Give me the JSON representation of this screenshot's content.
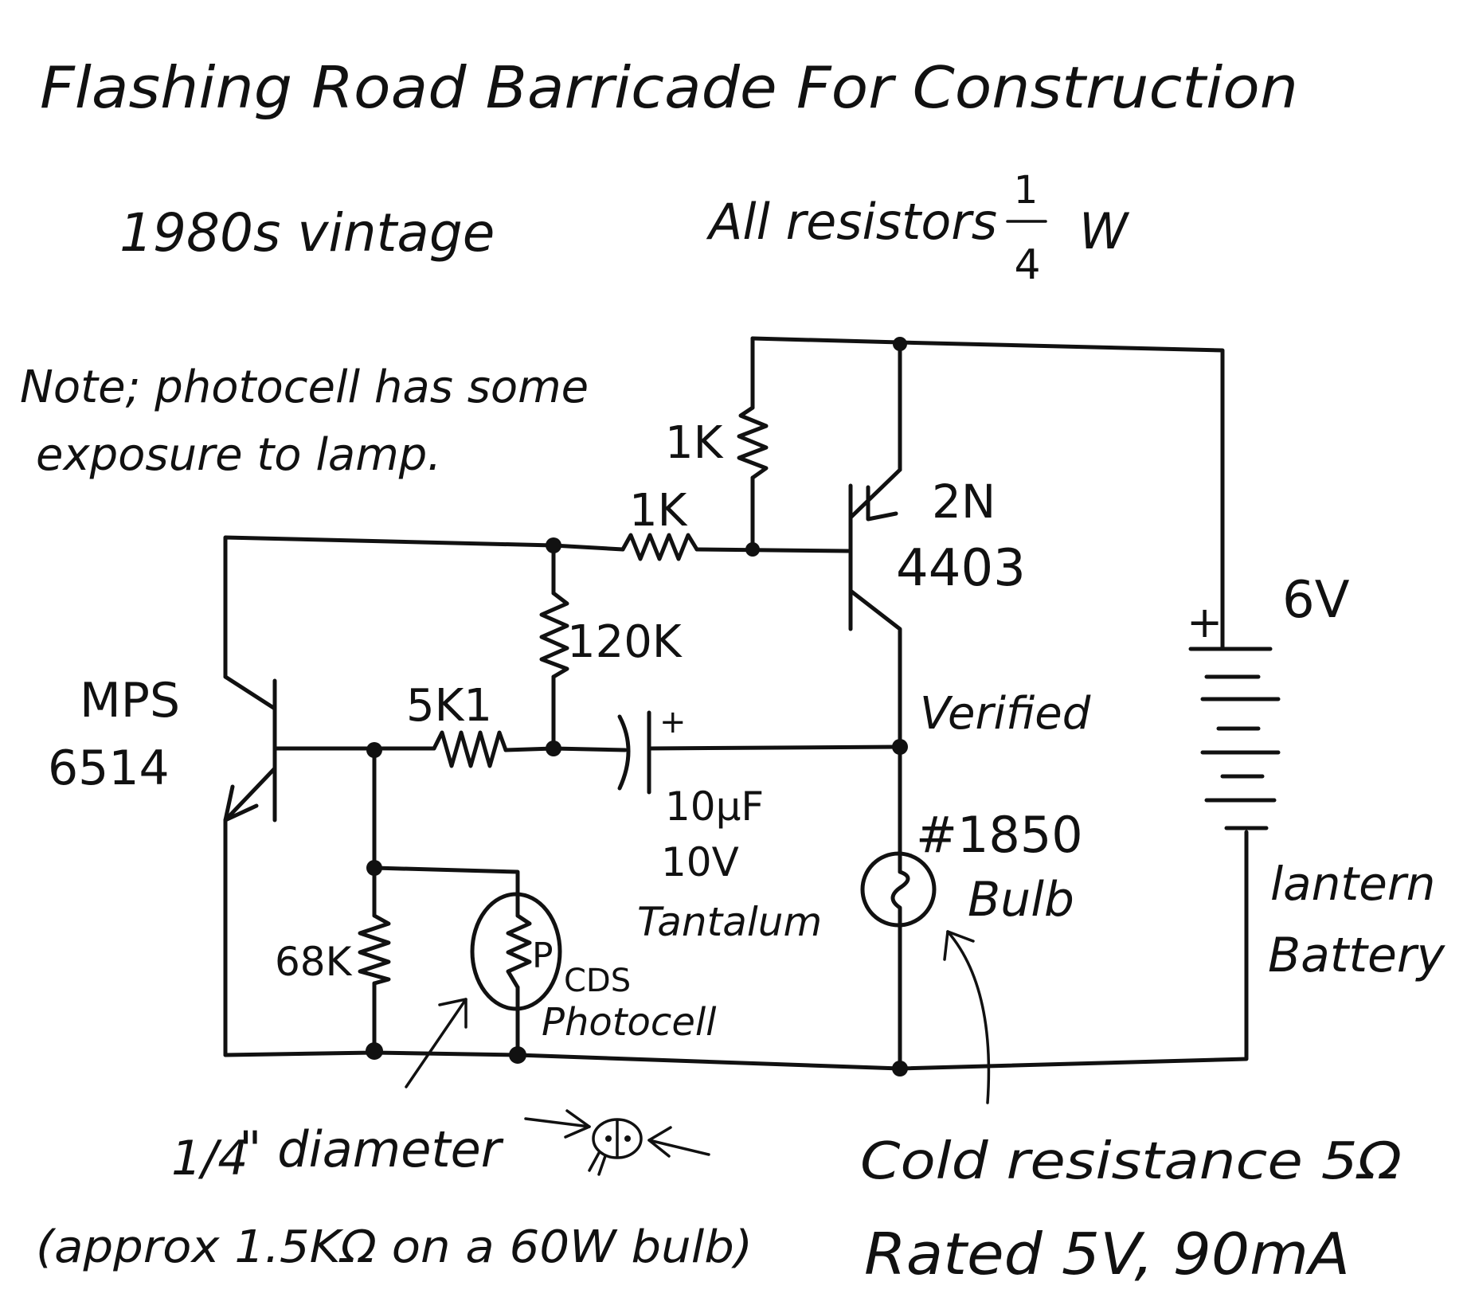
{
  "title": "Flashing Road Barricade For Construction",
  "subtitle_left": "1980s vintage",
  "subtitle_right": "All resistors",
  "power_rating": {
    "numerator": "1",
    "denominator": "4",
    "unit": "W"
  },
  "note": {
    "line1": "Note; photocell has some",
    "line2": "exposure to lamp."
  },
  "components": {
    "r_top": "1K",
    "r_base": "1K",
    "r_mid": "120K",
    "r_series": "5K1",
    "r_bottom": "68K",
    "q1": {
      "line1": "MPS",
      "line2": "6514"
    },
    "q2": {
      "line1": "2N",
      "line2": "4403"
    },
    "cap": {
      "plus": "+",
      "line1": "10μF",
      "line2": "10V",
      "line3": "Tantalum"
    },
    "photocell": {
      "symbol": "P",
      "line1": "CDS",
      "line2": "Photocell"
    },
    "bulb": {
      "line1": "#1850",
      "line2": "Bulb"
    },
    "battery": {
      "plus": "+",
      "voltage": "6V",
      "line1": "lantern",
      "line2": "Battery"
    },
    "verified": "Verified"
  },
  "annotations": {
    "photocell_size_frac": "1/4",
    "photocell_size_unit": "\" diameter",
    "photocell_resistance": "(approx 1.5KΩ on a 60W bulb)",
    "bulb_cold": "Cold resistance 5Ω",
    "bulb_rated": "Rated 5V, 90mA"
  }
}
